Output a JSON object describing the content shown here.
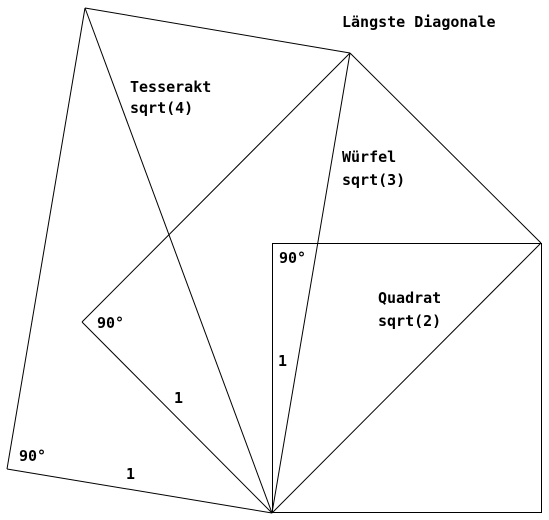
{
  "title": "Längste Diagonale",
  "shapes": {
    "tesserakt": {
      "name": "Tesserakt",
      "value": "sqrt(4)"
    },
    "wuerfel": {
      "name": "Würfel",
      "value": "sqrt(3)"
    },
    "quadrat": {
      "name": "Quadrat",
      "value": "sqrt(2)"
    }
  },
  "angles": {
    "square_corner": "90°",
    "cube_corner": "90°",
    "tesseract_corner": "90°"
  },
  "edges": {
    "square_side": "1",
    "cube_side": "1",
    "tesseract_side": "1"
  }
}
